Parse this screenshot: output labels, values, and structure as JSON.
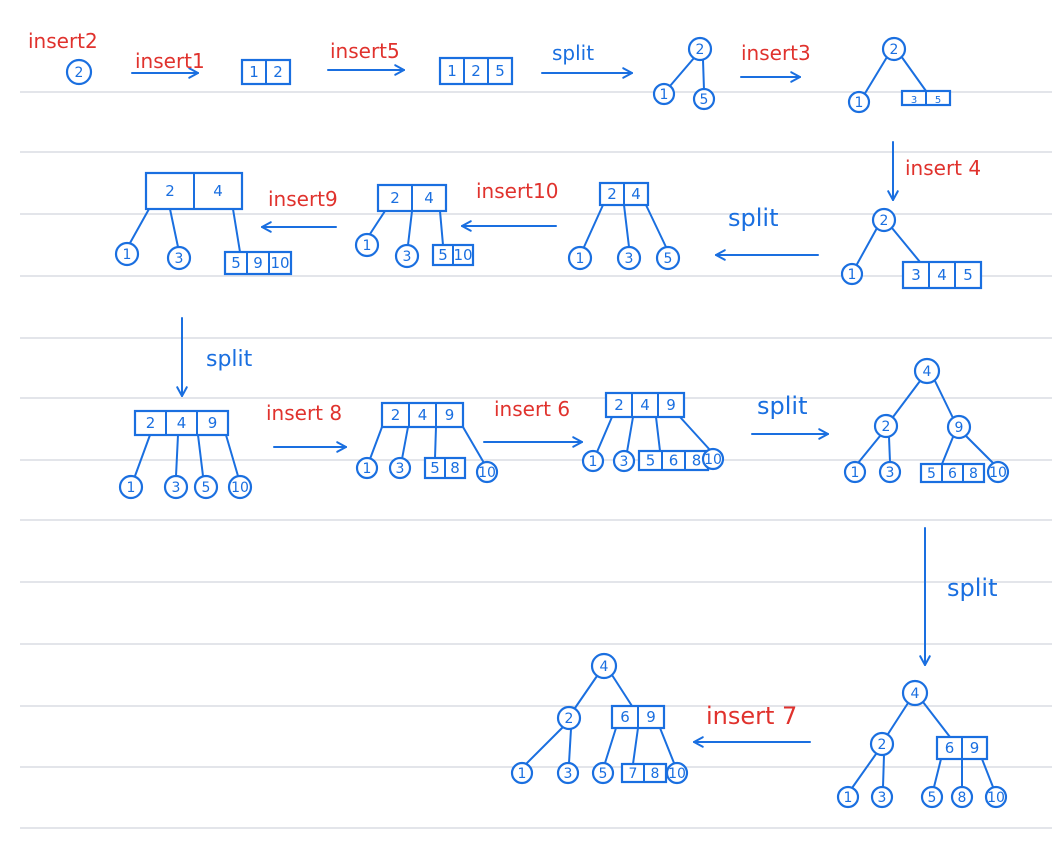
{
  "colors": {
    "ink": "#1a6fe0",
    "label": "#e0322d",
    "ruling": "#c7cbd6",
    "paper": "#ffffff"
  },
  "labels": {
    "insert2": "insert2",
    "insert1": "insert1",
    "insert5": "insert5",
    "split1": "split",
    "insert3": "insert3",
    "insert4": "insert 4",
    "split2": "split",
    "insert10": "insert10",
    "insert9": "insert9",
    "split3": "split",
    "insert8": "insert 8",
    "insert6": "insert 6",
    "split4": "split",
    "split5": "split",
    "insert7": "insert 7"
  },
  "keys": {
    "s1": [
      "2"
    ],
    "s2": [
      "1",
      "2"
    ],
    "s3": [
      "1",
      "2",
      "5"
    ],
    "s4": {
      "root": "2",
      "children": [
        "1",
        "5"
      ]
    },
    "s5": {
      "root": "2",
      "left": "1",
      "right": [
        "3",
        "5"
      ]
    },
    "s6": {
      "root": "2",
      "left": "1",
      "right": [
        "3",
        "4",
        "5"
      ]
    },
    "s7": {
      "root": [
        "2",
        "4"
      ],
      "children": [
        "1",
        "3",
        "5"
      ]
    },
    "s8": {
      "root": [
        "2",
        "4"
      ],
      "children": [
        "1",
        "3"
      ],
      "leaf": [
        "5",
        "10"
      ]
    },
    "s9": {
      "root": [
        "2",
        "4"
      ],
      "children": [
        "1",
        "3"
      ],
      "leaf": [
        "5",
        "9",
        "10"
      ]
    },
    "s10": {
      "root": [
        "2",
        "4",
        "9"
      ],
      "children": [
        "1",
        "3",
        "5",
        "10"
      ]
    },
    "s11": {
      "root": [
        "2",
        "4",
        "9"
      ],
      "children": [
        "1",
        "3",
        "10"
      ],
      "leaf": [
        "5",
        "8"
      ]
    },
    "s12": {
      "root": [
        "2",
        "4",
        "9"
      ],
      "children": [
        "1",
        "3",
        "10"
      ],
      "leaf": [
        "5",
        "6",
        "8"
      ]
    },
    "s13": {
      "root": "4",
      "left": "2",
      "right": "9",
      "leaves": [
        "1",
        "3",
        "10"
      ],
      "leaf": [
        "5",
        "6",
        "8"
      ]
    },
    "s14": {
      "root": "4",
      "left": "2",
      "right": [
        "6",
        "9"
      ],
      "leaves": [
        "1",
        "3",
        "5",
        "8",
        "10"
      ]
    },
    "s15": {
      "root": "4",
      "left": "2",
      "right": [
        "6",
        "9"
      ],
      "leaves": [
        "1",
        "3",
        "5",
        "10"
      ],
      "leaf": [
        "7",
        "8"
      ]
    }
  }
}
